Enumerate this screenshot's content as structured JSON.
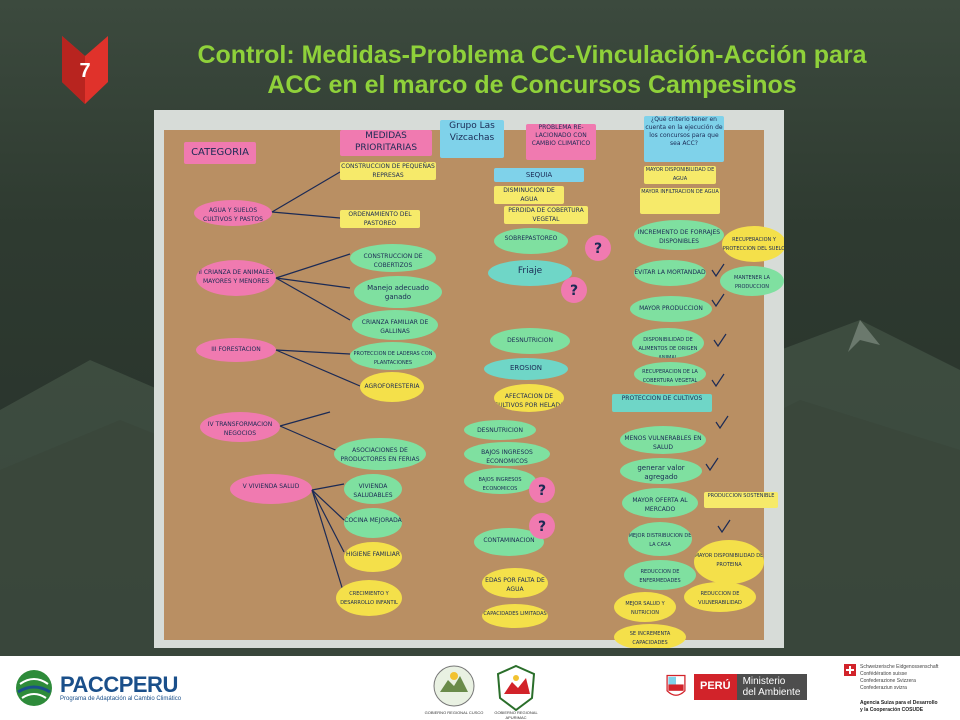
{
  "slide": {
    "number": "7",
    "title_line1": "Control: Medidas-Problema CC-Vinculación-Acción para",
    "title_line2": "ACC en el marco de Concursos Campesinos"
  },
  "colors": {
    "title_green": "#8fd13a",
    "badge_red": "#e0322b",
    "paper_brown": "#b98f63"
  },
  "photo_board": {
    "headers": {
      "categoria": "CATEGORIA",
      "medidas": "MEDIDAS PRIORITARIAS",
      "grupo": "Grupo Las Vizcachas",
      "problema": "PROBLEMA RE- LACIONADO CON CAMBIO CLIMATICO",
      "criterio": "¿Qué criterio tener en cuenta en la ejecución de los concursos para que sea ACC?"
    },
    "categories": [
      "AGUA Y SUELOS CULTIVOS Y PASTOS",
      "II CRIANZA DE ANIMALES MAYORES Y MENORES",
      "III FORESTACION",
      "IV TRANSFORMACION NEGOCIOS",
      "V VIVIENDA SALUD"
    ],
    "medidas": [
      "CONSTRUCCION DE PEQUEÑAS REPRESAS",
      "ORDENAMIENTO DEL PASTOREO",
      "CONSTRUCCION DE COBERTIZOS",
      "Manejo adecuado ganado",
      "CRIANZA FAMILIAR DE GALLINAS",
      "PROTECCION DE LADERAS CON PLANTACIONES",
      "AGROFORESTERIA",
      "ASOCIACIONES DE PRODUCTORES EN FERIAS",
      "VIVIENDA SALUDABLES",
      "COCINA MEJORADA",
      "HIGIENE FAMILIAR",
      "CRECIMIENTO Y DESARROLLO INFANTIL"
    ],
    "problemas": [
      "SEQUIA",
      "DISMINUCION DE AGUA",
      "PERDIDA DE COBERTURA VEGETAL",
      "SOBREPASTOREO",
      "Friaje",
      "DESNUTRICION",
      "EROSION",
      "AFECTACION DE CULTIVOS POR HELADA",
      "DESNUTRICION",
      "BAJOS INGRESOS ECONOMICOS",
      "BAJOS INGRESOS ECONOMICOS",
      "CONTAMINACION",
      "EDAS POR FALTA DE AGUA",
      "CAPACIDADES LIMITADAS"
    ],
    "criterios": [
      "MAYOR DISPONIBILIDAD DE AGUA",
      "MAYOR INFILTRACION DE AGUA",
      "INCREMENTO DE FORRAJES DISPONIBLES",
      "EVITAR LA MORTANDAD",
      "MAYOR PRODUCCION",
      "DISPONIBILIDAD DE ALIMENTOS DE ORIGEN ANIMAL",
      "RECUPERACION DE LA COBERTURA VEGETAL",
      "PROTECCION DE CULTIVOS",
      "MENOS VULNERABLES EN SALUD",
      "generar valor agregado",
      "MAYOR OFERTA AL MERCADO",
      "MEJOR DISTRIBUCION DE LA CASA",
      "REDUCCION DE ENFERMEDADES",
      "MEJOR SALUD Y NUTRICION",
      "SE INCREMENTA CAPACIDADES"
    ],
    "side_notes": [
      "RECUPERACION Y PROTECCION DEL SUELO",
      "MANTENER LA PRODUCCION",
      "PRODUCCION SOSTENIBLE",
      "MAYOR DISPONIBILIDAD DE PROTEINA",
      "REDUCCION DE VULNERABILIDAD"
    ]
  },
  "footer": {
    "pacc_name": "PACCPERU",
    "pacc_sub": "Programa de Adaptación al Cambio Climático",
    "gob_cusco": "GOBIERNO REGIONAL CUSCO",
    "gob_apurimac": "GOBIERNO REGIONAL APURIMAC",
    "peru": "PERÚ",
    "ministerio": "Ministerio del Ambiente",
    "swiss_lines": [
      "Schweizerische Eidgenossenschaft",
      "Confédération suisse",
      "Confederazione Svizzera",
      "Confederaziun svizra"
    ],
    "swiss_agency": [
      "Agencia Suiza para el Desarrollo",
      "y la Cooperación COSUDE"
    ]
  }
}
